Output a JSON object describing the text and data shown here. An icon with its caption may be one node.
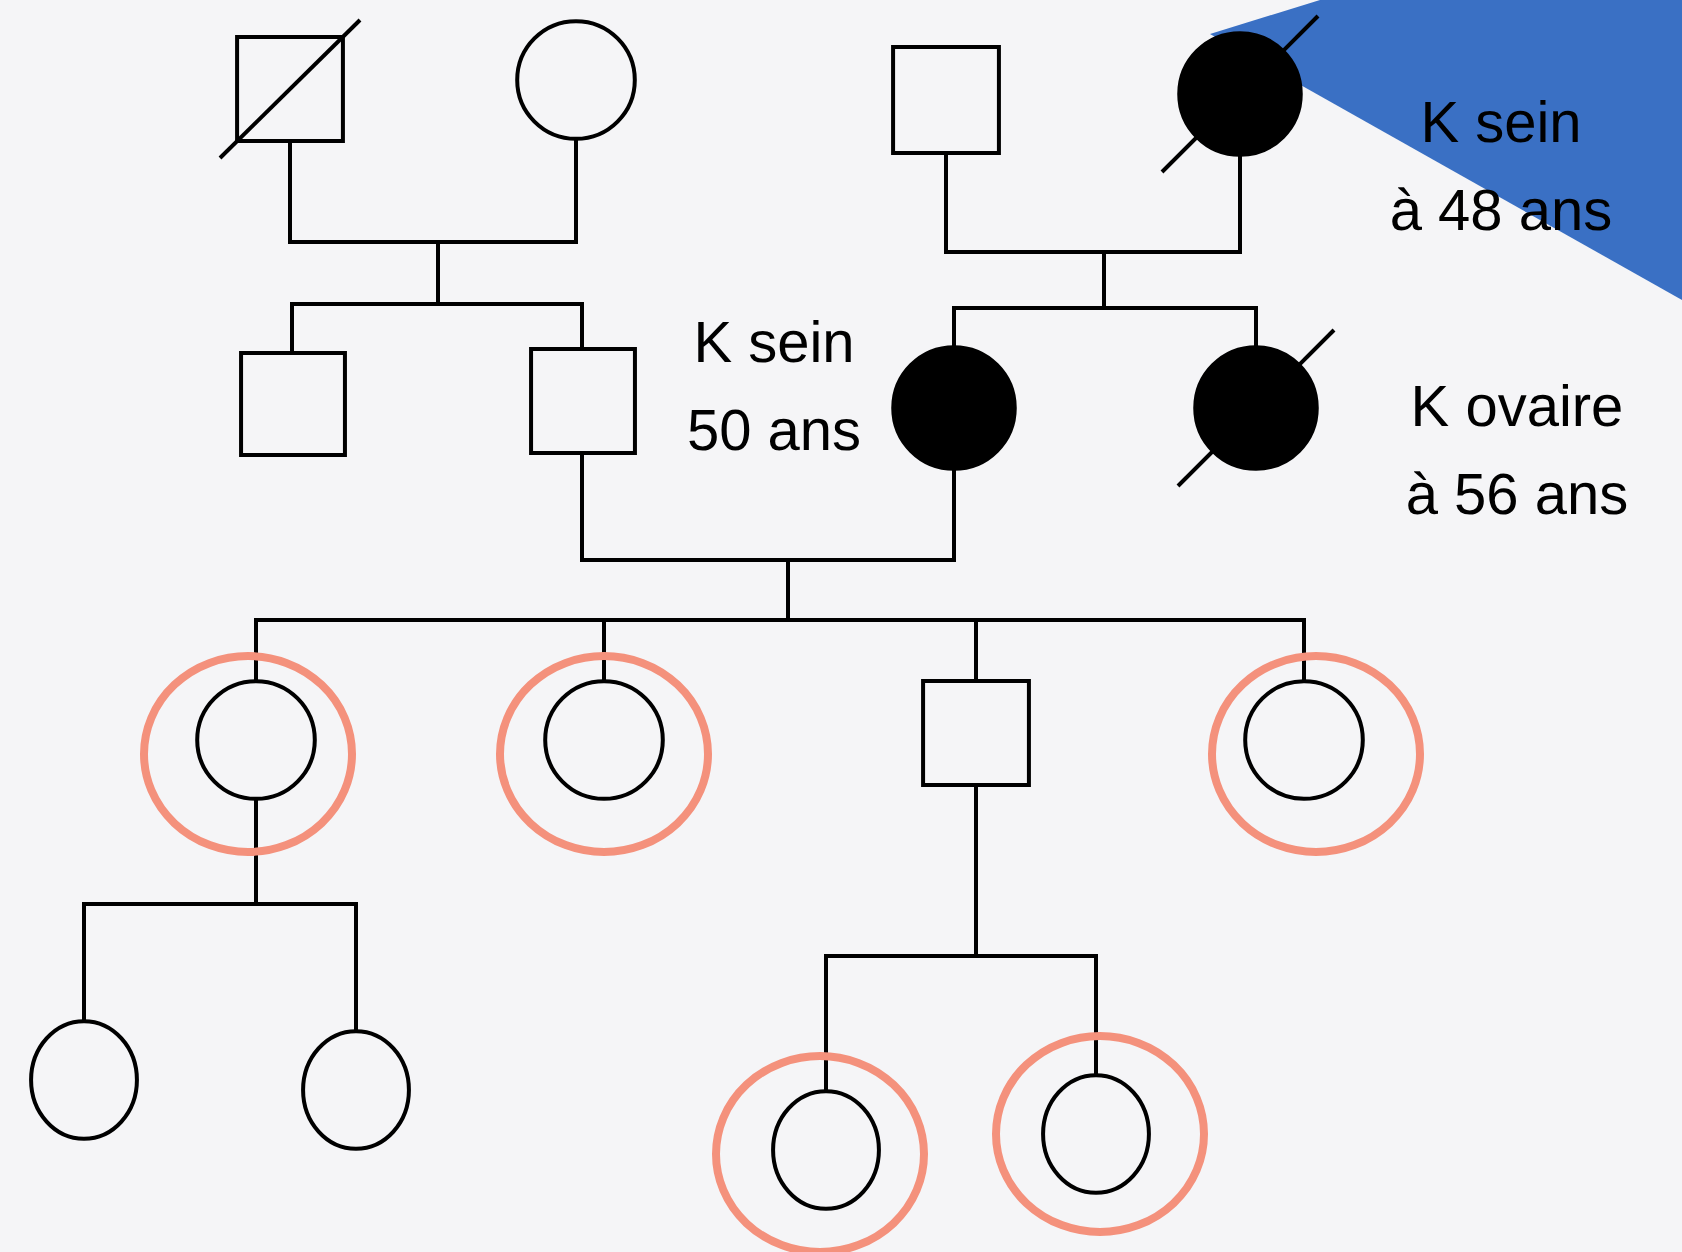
{
  "diagram": {
    "nodes": [
      {
        "text": [],
        "shape": "box"
      },
      {
        "text": [],
        "shape": "circle"
      },
      {
        "text": [],
        "shape": "box"
      },
      {
        "text": [],
        "shape": "disc",
        "beside": [
          "K sein",
          "à 48 ans"
        ]
      },
      {
        "text": [],
        "shape": "box"
      },
      {
        "text": [],
        "shape": "box"
      },
      {
        "text": [],
        "shape": "disc",
        "beside": [
          "K sein",
          "50 ans"
        ]
      },
      {
        "text": [],
        "shape": "disc",
        "beside": [
          "K ovaire",
          "à 56 ans"
        ]
      },
      {
        "text": [],
        "shape": "circle"
      },
      {
        "text": [],
        "shape": "circle"
      },
      {
        "text": [],
        "shape": "box"
      },
      {
        "text": [],
        "shape": "circle"
      },
      {
        "text": [],
        "shape": "circle"
      },
      {
        "text": [],
        "shape": "circle"
      },
      {
        "text": [],
        "shape": "circle"
      },
      {
        "text": [],
        "shape": "circle"
      }
    ],
    "edges": [
      {
        "from": 0,
        "to": 4,
        "arrow": "none"
      },
      {
        "from": 0,
        "to": 5,
        "arrow": "none"
      },
      {
        "from": 1,
        "to": 4,
        "arrow": "none"
      },
      {
        "from": 1,
        "to": 5,
        "arrow": "none"
      },
      {
        "from": 2,
        "to": 6,
        "arrow": "none"
      },
      {
        "from": 2,
        "to": 7,
        "arrow": "none"
      },
      {
        "from": 3,
        "to": 6,
        "arrow": "none"
      },
      {
        "from": 3,
        "to": 7,
        "arrow": "none"
      },
      {
        "from": 5,
        "to": 8,
        "arrow": "none"
      },
      {
        "from": 5,
        "to": 9,
        "arrow": "none"
      },
      {
        "from": 5,
        "to": 10,
        "arrow": "none"
      },
      {
        "from": 5,
        "to": 11,
        "arrow": "none"
      },
      {
        "from": 6,
        "to": 8,
        "arrow": "none"
      },
      {
        "from": 6,
        "to": 9,
        "arrow": "none"
      },
      {
        "from": 6,
        "to": 10,
        "arrow": "none"
      },
      {
        "from": 6,
        "to": 11,
        "arrow": "none"
      },
      {
        "from": 8,
        "to": 12,
        "arrow": "none"
      },
      {
        "from": 8,
        "to": 13,
        "arrow": "none"
      },
      {
        "from": 10,
        "to": 14,
        "arrow": "none"
      },
      {
        "from": 10,
        "to": 15,
        "arrow": "none"
      }
    ]
  }
}
